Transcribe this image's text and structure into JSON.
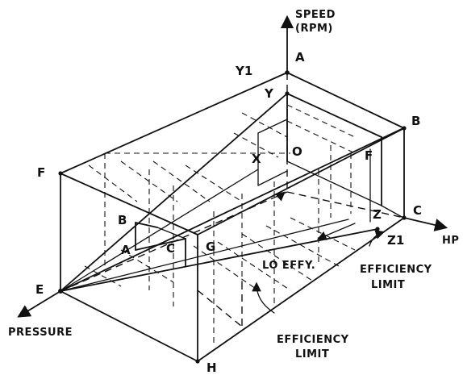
{
  "axes": {
    "speed_line1": "SPEED",
    "speed_line2": "(RPM)",
    "hp": "HP",
    "pressure": "PRESSURE"
  },
  "points": {
    "A": "A",
    "B": "B",
    "C": "C",
    "E": "E",
    "F": "F",
    "H": "H",
    "Y1": "Y1",
    "Y": "Y",
    "X": "X",
    "O": "O",
    "Z": "Z",
    "Z1": "Z1",
    "inner_F": "F",
    "inner_B": "B",
    "inner_A": "A",
    "inner_C": "C",
    "inner_G": "G"
  },
  "annotations": {
    "lo_effy": "LO EFFY.",
    "eff_limit_right_1": "EFFICIENCY",
    "eff_limit_right_2": "LIMIT",
    "eff_limit_bottom_1": "EFFICIENCY",
    "eff_limit_bottom_2": "LIMIT"
  }
}
